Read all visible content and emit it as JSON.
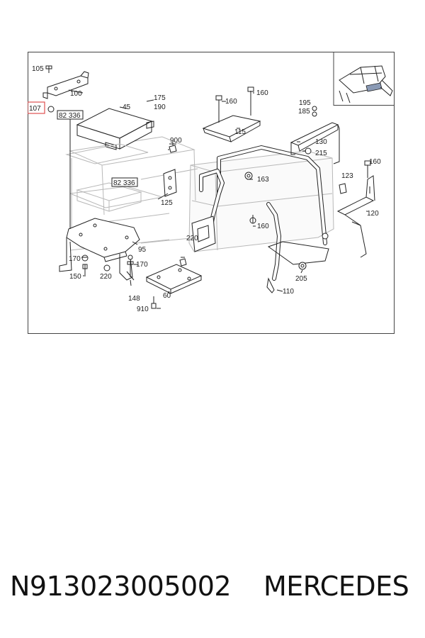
{
  "diagram": {
    "highlight_color": "#e05050",
    "highlighted_label": "107",
    "callouts": {
      "c105": "105",
      "c107": "107",
      "c100": "100",
      "c45": "45",
      "c175": "175",
      "c190": "190",
      "c900": "900",
      "c160a": "160",
      "c160b": "160",
      "c115": "115",
      "c195": "195",
      "c185": "185",
      "c130": "130",
      "c215": "215",
      "c163": "163",
      "c123": "123",
      "c160c": "160",
      "c120": "120",
      "c125": "125",
      "c160d": "160",
      "c95": "95",
      "c170a": "170",
      "c150": "150",
      "c220a": "220",
      "c170b": "170",
      "c148": "148",
      "c220b": "220",
      "c60": "60",
      "c910": "910",
      "c110": "110",
      "c205": "205"
    },
    "boxed_labels": {
      "b1": "82 336",
      "b2": "82 336"
    }
  },
  "footer": {
    "part_number": "N913023005002",
    "brand": "MERCEDES"
  }
}
